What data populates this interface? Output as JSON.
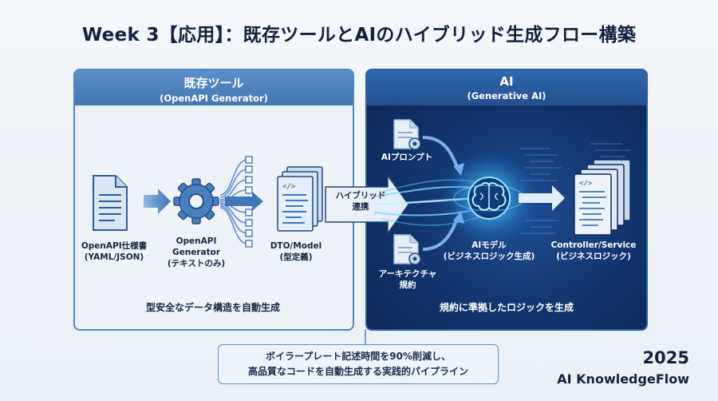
{
  "title": "Week 3【応用】：既存ツールとAIのハイブリッド生成フロー構築",
  "left_panel": {
    "title": "既存ツール",
    "subtitle": "(OpenAPI Generator)",
    "spec": {
      "line1": "OpenAPI仕様書",
      "line2": "(YAML/JSON)"
    },
    "generator": {
      "line1": "OpenAPI",
      "line2": "Generator",
      "line3": "(テキストのみ)"
    },
    "dto": {
      "line1": "DTO/Model",
      "line2": "(型定義)"
    },
    "caption": "型安全なデータ構造を自動生成"
  },
  "bridge": {
    "line1": "ハイブリッド",
    "line2": "連携"
  },
  "right_panel": {
    "title": "AI",
    "subtitle": "(Generative AI)",
    "prompt": "AIプロンプト",
    "rules": {
      "line1": "アーキテクチャ",
      "line2": "規約"
    },
    "model": {
      "line1": "AIモデル",
      "line2": "(ビジネスロジック生成)"
    },
    "output": {
      "line1": "Controller/Service",
      "line2": "(ビジネスロジック)"
    },
    "caption": "規約に準拠したロジックを生成"
  },
  "summary": {
    "line1": "ボイラープレート記述時間を90%削減し、",
    "line2": "高品質なコードを自動生成する実践的パイプライン"
  },
  "footer": {
    "year": "2025",
    "brand": "AI KnowledgeFlow"
  },
  "colors": {
    "navy": "#10336b",
    "accent": "#4f86c2",
    "glow": "#7fd8ff"
  }
}
